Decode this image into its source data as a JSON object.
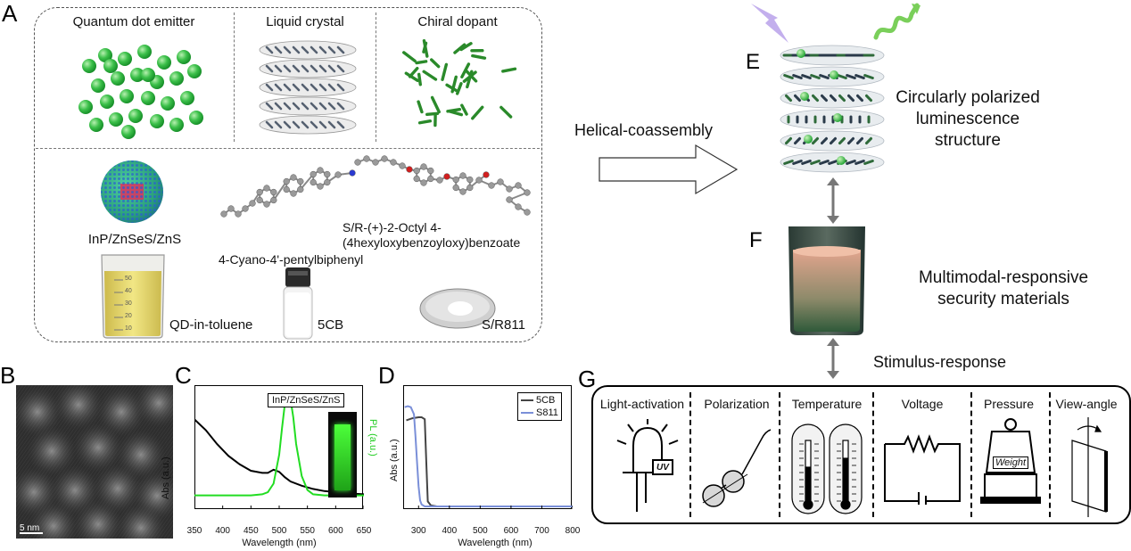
{
  "panels": {
    "a": "A",
    "b": "B",
    "c": "C",
    "d": "D",
    "e": "E",
    "f": "F",
    "g": "G"
  },
  "panel_a": {
    "titles": [
      "Quantum dot emitter",
      "Liquid crystal",
      "Chiral dopant"
    ],
    "qd_material": "InP/ZnSeS/ZnS",
    "qd_solution": "QD-in-toluene",
    "lc_name": "4-Cyano-4'-pentylbiphenyl",
    "lc_vial": "5CB",
    "dopant_name_line1": "S/R-(+)-2-Octyl 4-",
    "dopant_name_line2": "(4hexyloxybenzoyloxy)benzoate",
    "dopant_dish": "S/R811",
    "beaker_ticks": [
      "50",
      "40",
      "30",
      "20",
      "10"
    ]
  },
  "flow": {
    "arrow_label": "Helical-coassembly",
    "e_caption": "Circularly polarized\nluminescence\nstructure",
    "f_caption": "Multimodal-responsive\nsecurity materials",
    "stimulus": "Stimulus-response"
  },
  "panel_b": {
    "scale_bar": "5 nm"
  },
  "panel_c": {
    "legend": "InP/ZnSeS/ZnS",
    "ylabel_left": "Abs (a.u.)",
    "ylabel_right": "PL (a.u.)",
    "xlabel": "Wavelength (nm)",
    "x_ticks": [
      "350",
      "400",
      "450",
      "500",
      "550",
      "600",
      "650"
    ]
  },
  "panel_d": {
    "legend": [
      "5CB",
      "S811"
    ],
    "ylabel": "Abs (a.u.)",
    "xlabel": "Wavelength (nm)",
    "x_ticks": [
      "300",
      "400",
      "500",
      "600",
      "700",
      "800"
    ]
  },
  "panel_g": {
    "items": [
      "Light-activation",
      "Polarization",
      "Temperature",
      "Voltage",
      "Pressure",
      "View-angle"
    ],
    "uv_label": "UV",
    "weight_label": "Weight"
  },
  "chart_data": [
    {
      "type": "line",
      "xlabel": "Wavelength (nm)",
      "ylabel": "Abs (a.u.)",
      "xlim": [
        350,
        650
      ],
      "series": [
        {
          "name": "Abs",
          "color": "#000000",
          "x": [
            350,
            370,
            390,
            410,
            430,
            450,
            470,
            480,
            490,
            500,
            510,
            520,
            540,
            560,
            580,
            600,
            620,
            650
          ],
          "y": [
            0.78,
            0.68,
            0.55,
            0.44,
            0.36,
            0.3,
            0.28,
            0.28,
            0.31,
            0.29,
            0.24,
            0.2,
            0.16,
            0.13,
            0.11,
            0.1,
            0.09,
            0.08
          ]
        },
        {
          "name": "PL",
          "color": "#22dd22",
          "x": [
            350,
            400,
            450,
            470,
            480,
            490,
            500,
            505,
            510,
            515,
            520,
            525,
            530,
            540,
            550,
            560,
            580,
            600,
            650
          ],
          "y": [
            0.07,
            0.07,
            0.07,
            0.08,
            0.1,
            0.18,
            0.45,
            0.7,
            0.92,
            1.0,
            0.97,
            0.8,
            0.55,
            0.25,
            0.12,
            0.08,
            0.07,
            0.07,
            0.07
          ]
        }
      ]
    },
    {
      "type": "line",
      "xlabel": "Wavelength (nm)",
      "ylabel": "Abs (a.u.)",
      "xlim": [
        250,
        800
      ],
      "series": [
        {
          "name": "5CB",
          "color": "#444444",
          "x": [
            260,
            280,
            300,
            310,
            320,
            325,
            330,
            340,
            360,
            400,
            500,
            600,
            700,
            800
          ],
          "y": [
            0.86,
            0.88,
            0.89,
            0.89,
            0.87,
            0.45,
            0.05,
            0.01,
            0.0,
            0.0,
            0.0,
            0.0,
            0.0,
            0.0
          ]
        },
        {
          "name": "S811",
          "color": "#7a8fd8",
          "x": [
            255,
            265,
            275,
            285,
            290,
            295,
            300,
            305,
            310,
            320,
            340,
            400,
            500,
            600,
            700,
            800
          ],
          "y": [
            0.99,
            1.0,
            0.99,
            0.92,
            0.7,
            0.45,
            0.2,
            0.06,
            0.02,
            0.0,
            0.0,
            0.0,
            0.0,
            0.0,
            0.0,
            0.0
          ]
        }
      ]
    }
  ]
}
